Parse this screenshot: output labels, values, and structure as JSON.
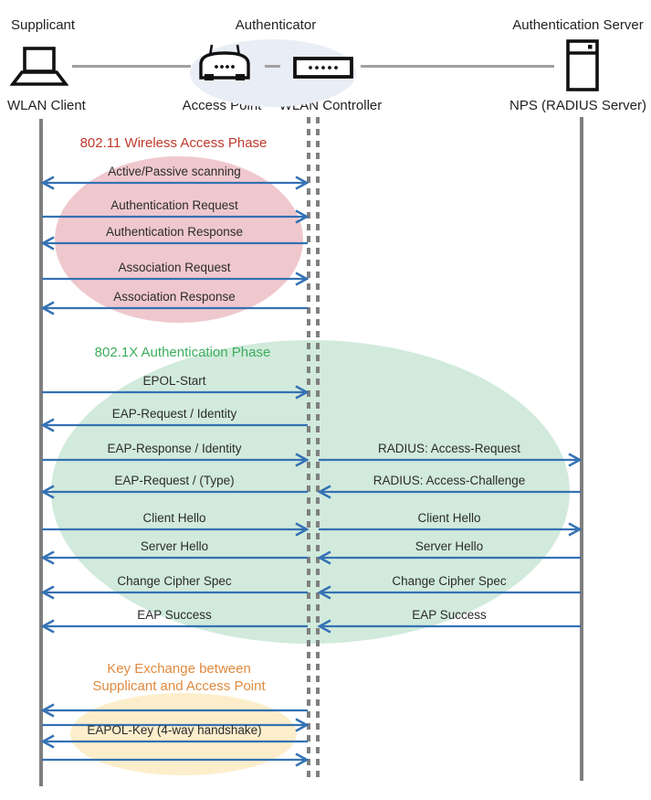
{
  "header": {
    "roles": [
      {
        "label": "Supplicant"
      },
      {
        "label": "Authenticator"
      },
      {
        "label": "Authentication Server"
      }
    ],
    "nodes": [
      {
        "label": "WLAN Client",
        "icon": "laptop-icon"
      },
      {
        "label": "Access Point",
        "icon": "access-point-icon"
      },
      {
        "label": "WLAN Controller",
        "icon": "wlan-controller-icon"
      },
      {
        "label": "NPS (RADIUS Server)",
        "icon": "server-icon"
      }
    ]
  },
  "phases": [
    {
      "title": "802.11 Wireless Access Phase",
      "title_color": "#c0392b",
      "ellipse_color": "#efc8cd"
    },
    {
      "title": "802.1X Authentication Phase",
      "title_color": "#3baf5c",
      "ellipse_color": "#d1eadc"
    },
    {
      "title": "Key Exchange between\nSupplicant and Access Point",
      "title_color": "#e08a3f",
      "ellipse_color": "#fdeecb"
    }
  ],
  "colors": {
    "arrow": "#3471b3",
    "lifeline": "#7f7f7f",
    "connector": "#a0a0a0",
    "text": "#2b2b2b",
    "header_ellipse": "#e9edf5"
  },
  "messages": [
    {
      "left": {
        "label": "Active/Passive scanning",
        "dir": "both"
      }
    },
    {
      "left": {
        "label": "Authentication Request",
        "dir": "right"
      }
    },
    {
      "left": {
        "label": "Authentication Response",
        "dir": "left"
      }
    },
    {
      "left": {
        "label": "Association Request",
        "dir": "right"
      }
    },
    {
      "left": {
        "label": "Association Response",
        "dir": "left"
      }
    },
    {
      "left": {
        "label": "EPOL-Start",
        "dir": "right"
      }
    },
    {
      "left": {
        "label": "EAP-Request / Identity",
        "dir": "left"
      }
    },
    {
      "left": {
        "label": "EAP-Response / Identity",
        "dir": "right"
      },
      "right": {
        "label": "RADIUS: Access-Request",
        "dir": "right"
      }
    },
    {
      "left": {
        "label": "EAP-Request / (Type)",
        "dir": "left"
      },
      "right": {
        "label": "RADIUS: Access-Challenge",
        "dir": "left"
      }
    },
    {
      "left": {
        "label": "Client Hello",
        "dir": "right"
      },
      "right": {
        "label": "Client Hello",
        "dir": "right"
      }
    },
    {
      "left": {
        "label": "Server Hello",
        "dir": "left"
      },
      "right": {
        "label": "Server Hello",
        "dir": "left"
      }
    },
    {
      "left": {
        "label": "Change Cipher Spec",
        "dir": "left"
      },
      "right": {
        "label": "Change Cipher Spec",
        "dir": "left"
      }
    },
    {
      "left": {
        "label": "EAP Success",
        "dir": "left"
      },
      "right": {
        "label": "EAP Success",
        "dir": "left"
      }
    },
    {
      "left": {
        "dir": "left"
      }
    },
    {
      "left": {
        "dir": "right"
      }
    },
    {
      "left": {
        "label": "EAPOL-Key (4-way handshake)",
        "dir": "left"
      }
    },
    {
      "left": {
        "dir": "right"
      }
    }
  ]
}
